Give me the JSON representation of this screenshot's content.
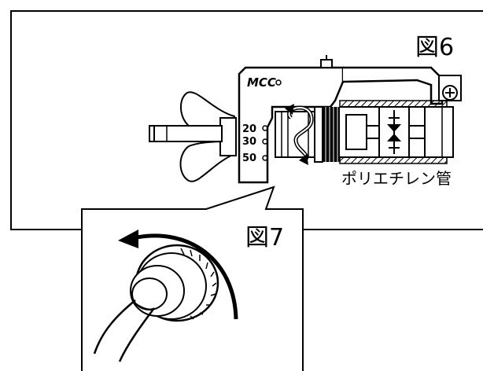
{
  "figure6": {
    "label": "図6",
    "logo": "MCC",
    "scale_marks": [
      "20",
      "30",
      "50"
    ],
    "pipe_label": "ポリエチレン管"
  },
  "figure7": {
    "label": "図7"
  },
  "colors": {
    "line": "#000000",
    "background": "#ffffff",
    "hatch": "#000000"
  }
}
